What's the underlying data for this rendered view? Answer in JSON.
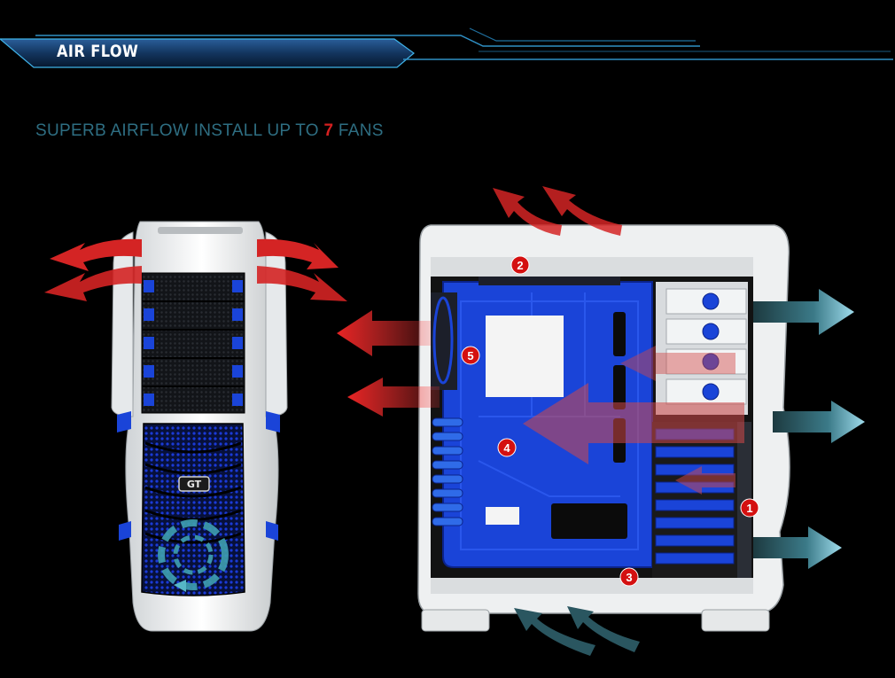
{
  "header": {
    "title": "AIR FLOW"
  },
  "headline": {
    "before": "SUPERB AIRFLOW INSTALL UP TO ",
    "number": "7",
    "after": " FANS"
  },
  "front_panel": {
    "logo": "GT"
  },
  "fan_badges": [
    "1",
    "2",
    "3",
    "4",
    "5"
  ],
  "colors": {
    "accent_blue": "#1a44d8",
    "headline_teal": "#2e6e82",
    "badge_red": "#d41010",
    "exhaust_red": "#d42424",
    "intake_teal": "#244a52",
    "banner_edge": "#3fb2e8"
  }
}
